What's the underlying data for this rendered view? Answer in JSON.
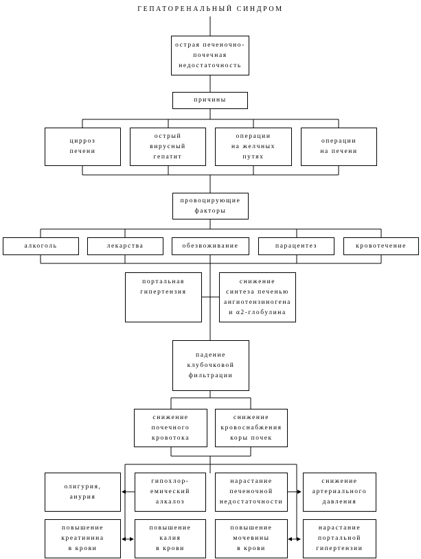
{
  "title": "ГЕПАТОРЕНАЛЬНЫЙ СИНДРОМ",
  "nodes": {
    "failure": "острая печеночно-\nпочечная\nнедостаточность",
    "causes": "причины",
    "cirrhosis": "цирроз\nпечени",
    "hepatitis": "острый\nвирусный\nгепатит",
    "bile_surgery": "операции\nна желчных\nпутях",
    "liver_surgery": "операции\nна печени",
    "provoking": "провоцирующие\nфакторы",
    "alcohol": "алкоголь",
    "drugs": "лекарства",
    "dehydration": "обезвоживание",
    "paracentesis": "парацентез",
    "bleeding": "кровотечение",
    "portal_hypertension": "портальная\nгипертензия",
    "synthesis_decrease": "снижение\nсинтеза печенью\nангиотензиногена\nи α2-глобулина",
    "filtration_drop": "падение\nклубочковой\nфильтрации",
    "blood_flow_decrease": "снижение\nпочечного\nкровотока",
    "cortex_supply_decrease": "снижение\nкровоснабжения\nкоры почек",
    "oliguria": "олигурия,\nанурия",
    "alkalosis": "гипохлор-\nемический\nалкалоз",
    "liver_failure_growth": "нарастание\nпеченочной\nнедостаточности",
    "pressure_decrease": "снижение\nартериального\nдавления",
    "creatinine": "повышение\nкреатинина\nв крови",
    "potassium": "повышение\nкалия\nв крови",
    "urea": "повышение\nмочевины\nв крови",
    "portal_growth": "нарастание\nпортальной\nгипертензии"
  }
}
